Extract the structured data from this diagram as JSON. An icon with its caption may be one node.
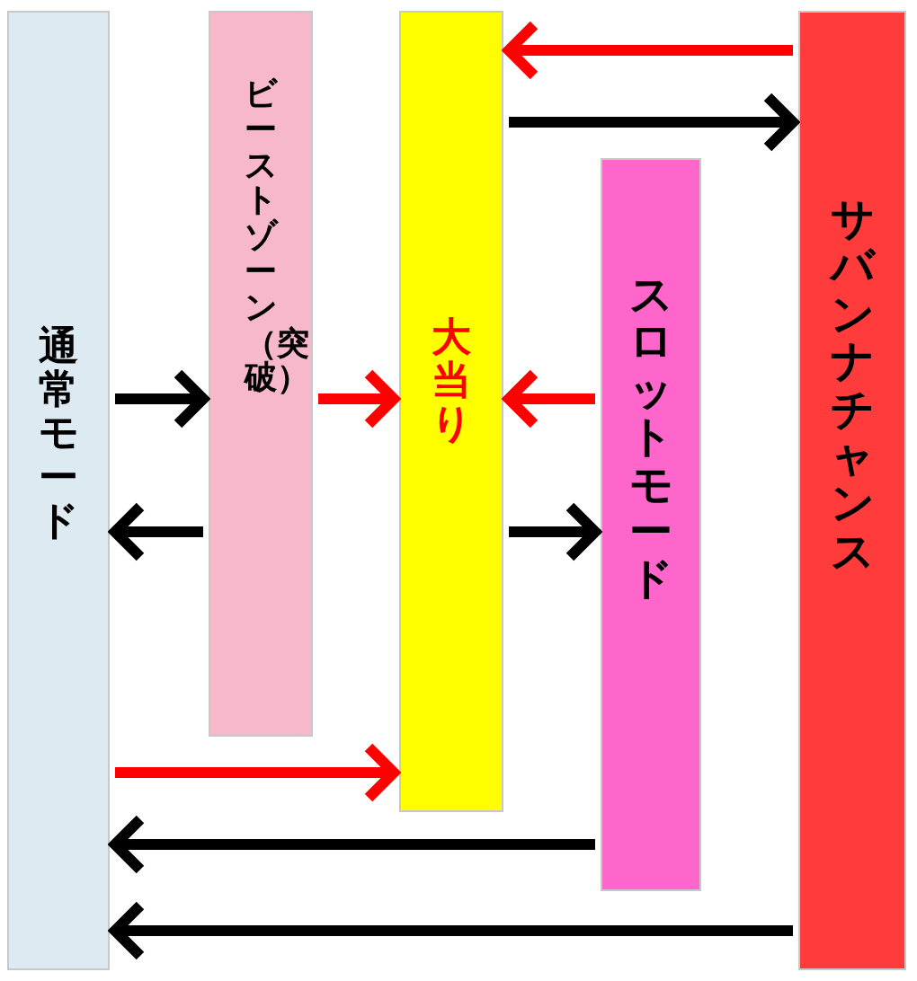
{
  "diagram": {
    "nodes": [
      {
        "text": [
          "通常モード"
        ]
      },
      {
        "text": [
          "ビーストゾーン（突破）"
        ]
      },
      {
        "text": [
          "大当り"
        ]
      },
      {
        "text": [
          "スロットモード"
        ]
      },
      {
        "text": [
          "サバンナチャンス"
        ]
      }
    ],
    "edges": [
      {
        "from": 4,
        "to": 2,
        "arrow": "to",
        "color": "#ff0000"
      },
      {
        "from": 2,
        "to": 4,
        "arrow": "to"
      },
      {
        "from": 0,
        "to": 1,
        "arrow": "to"
      },
      {
        "from": 1,
        "to": 2,
        "arrow": "to",
        "color": "#ff0000"
      },
      {
        "from": 3,
        "to": 2,
        "arrow": "to",
        "color": "#ff0000"
      },
      {
        "from": 1,
        "to": 0,
        "arrow": "to"
      },
      {
        "from": 2,
        "to": 3,
        "arrow": "to"
      },
      {
        "from": 0,
        "to": 2,
        "arrow": "to",
        "color": "#ff0000"
      },
      {
        "from": 3,
        "to": 0,
        "arrow": "to"
      },
      {
        "from": 4,
        "to": 0,
        "arrow": "to"
      }
    ]
  }
}
